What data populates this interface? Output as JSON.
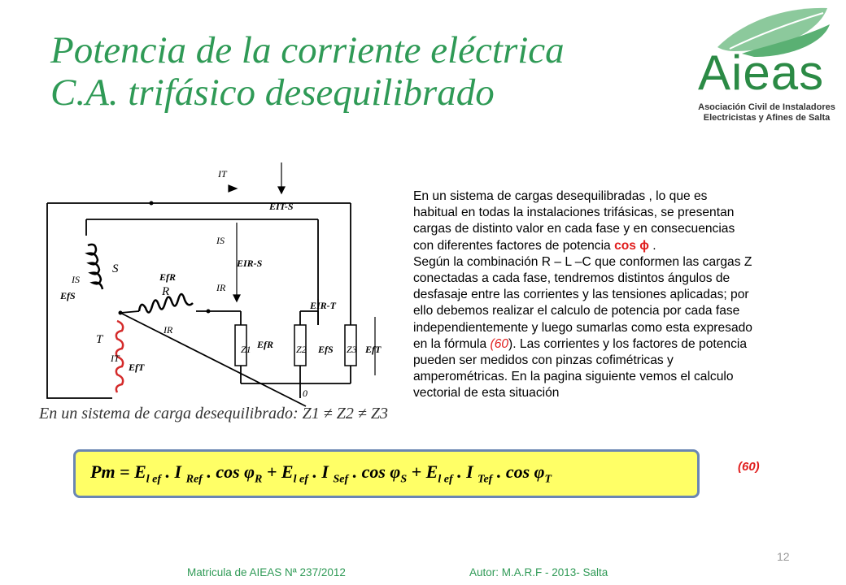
{
  "title": {
    "line1": "Potencia de la corriente eléctrica",
    "line2": "C.A. trifásico desequilibrado"
  },
  "logo": {
    "name": "Aieas",
    "subtitle_line1": "Asociación Civil de Instaladores",
    "subtitle_line2": "Electricistas y Afines de Salta",
    "icon": "leaf-logo-icon",
    "color": "#2b8a45"
  },
  "diagram": {
    "labels": {
      "IT": "IT",
      "EIT_S": "EIT-S",
      "IS": "IS",
      "EIR_S": "EIR-S",
      "S": "S",
      "EfR": "EfR",
      "R": "R",
      "IR": "IR",
      "IS2": "IS",
      "EfS": "EfS",
      "EIR_T": "EIR-T",
      "IR2": "IR",
      "T": "T",
      "IT2": "IT",
      "EfT": "EfT",
      "Z1": "Z1",
      "EfR2": "EfR",
      "Z2": "Z2",
      "EfS2": "EfS",
      "Z3": "Z3",
      "EfT2": "EfT",
      "zero": "0"
    },
    "caption": "En un sistema de carga desequilibrado: Z1 ≠ Z2 ≠ Z3"
  },
  "body_text": {
    "lines": [
      "En un sistema de cargas desequilibradas , lo que es",
      "habitual en todas la instalaciones trifásicas, se presentan",
      "cargas de distinto valor en cada fase y en consecuencias",
      "con diferentes factores de potencia",
      "Según la combinación R – L –C que conformen las cargas Z",
      "conectadas a cada fase, tendremos distintos ángulos de",
      "desfasaje entre las corrientes y las tensiones aplicadas; por",
      "ello debemos realizar el calculo de potencia  por cada fase",
      "independientemente y luego sumarlas como esta expresado",
      "en la fórmula",
      "pueden ser medidos con pinzas cofimétricas y",
      "amperométricas. En la pagina siguiente vemos el calculo",
      "vectorial de esta situación"
    ],
    "cos_phi": "cos ϕ",
    "period": " .",
    "formula_ref": "(60",
    "after_ref": ").  Las corrientes y los factores de potencia"
  },
  "formula": {
    "lhs": "Pm =",
    "E": "E",
    "l_ef": "l ef",
    "I": "I",
    "Ref": "Ref",
    "Sef": "Sef",
    "Tef": "Tef",
    "cos_phi": "cos φ",
    "R": "R",
    "S": "S",
    "T": "T",
    "dot": ".",
    "plus": "+",
    "box_color": "#ffff66",
    "border_color": "#6a86b3"
  },
  "equation_number": "(60)",
  "page_number": "12",
  "footer": {
    "left": "Matricula de AIEAS Nª 237/2012",
    "right": "Autor: M.A.R.F - 2013- Salta"
  },
  "colors": {
    "title": "#2f9a56",
    "accent_red": "#e01e1e"
  }
}
